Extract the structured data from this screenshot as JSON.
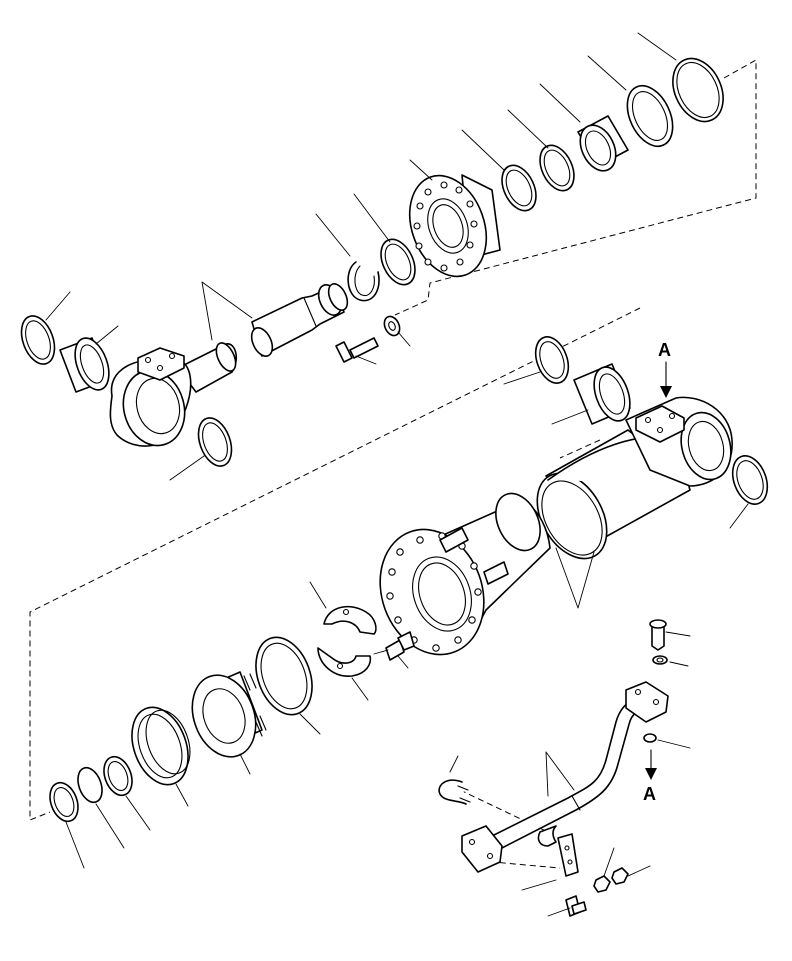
{
  "diagram": {
    "type": "exploded-parts-view",
    "callouts": {
      "top": "A",
      "bottom": "A"
    },
    "colors": {
      "line": "#000000",
      "background": "#ffffff"
    }
  }
}
